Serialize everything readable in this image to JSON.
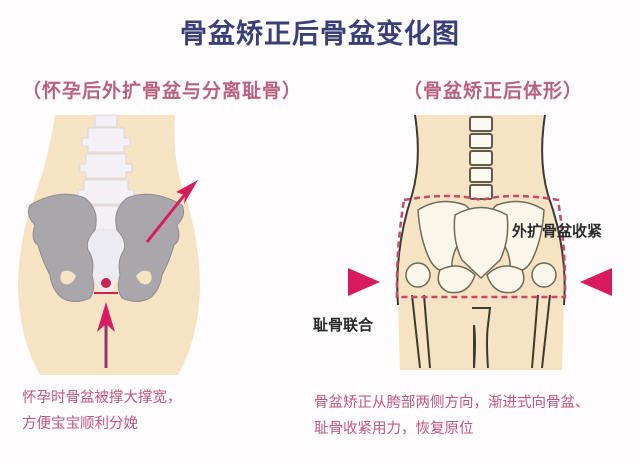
{
  "title": "骨盆矫正后骨盆变化图",
  "left_panel": {
    "subtitle": "（怀孕后外扩骨盆与分离耻骨）",
    "caption_lines": [
      "怀孕时骨盆被撑大撑宽，",
      "方便宝宝顺利分娩"
    ]
  },
  "right_panel": {
    "subtitle": "（骨盆矫正后体形）",
    "label_waist": "外扩骨盆收紧",
    "label_pubic": "耻骨联合",
    "caption_lines": [
      "骨盆矫正从胯部两侧方向，渐进式向骨盆、",
      "耻骨收紧用力，恢复原位"
    ]
  },
  "colors": {
    "title": "#3a3f78",
    "subtitle": "#b8627e",
    "caption": "#c2577f",
    "skin": "#f6e3c4",
    "bone_gray": "#a9a7ab",
    "spine_white": "#f3f1f5",
    "arrow": "#d81b5e",
    "dashed": "#c44a68"
  }
}
